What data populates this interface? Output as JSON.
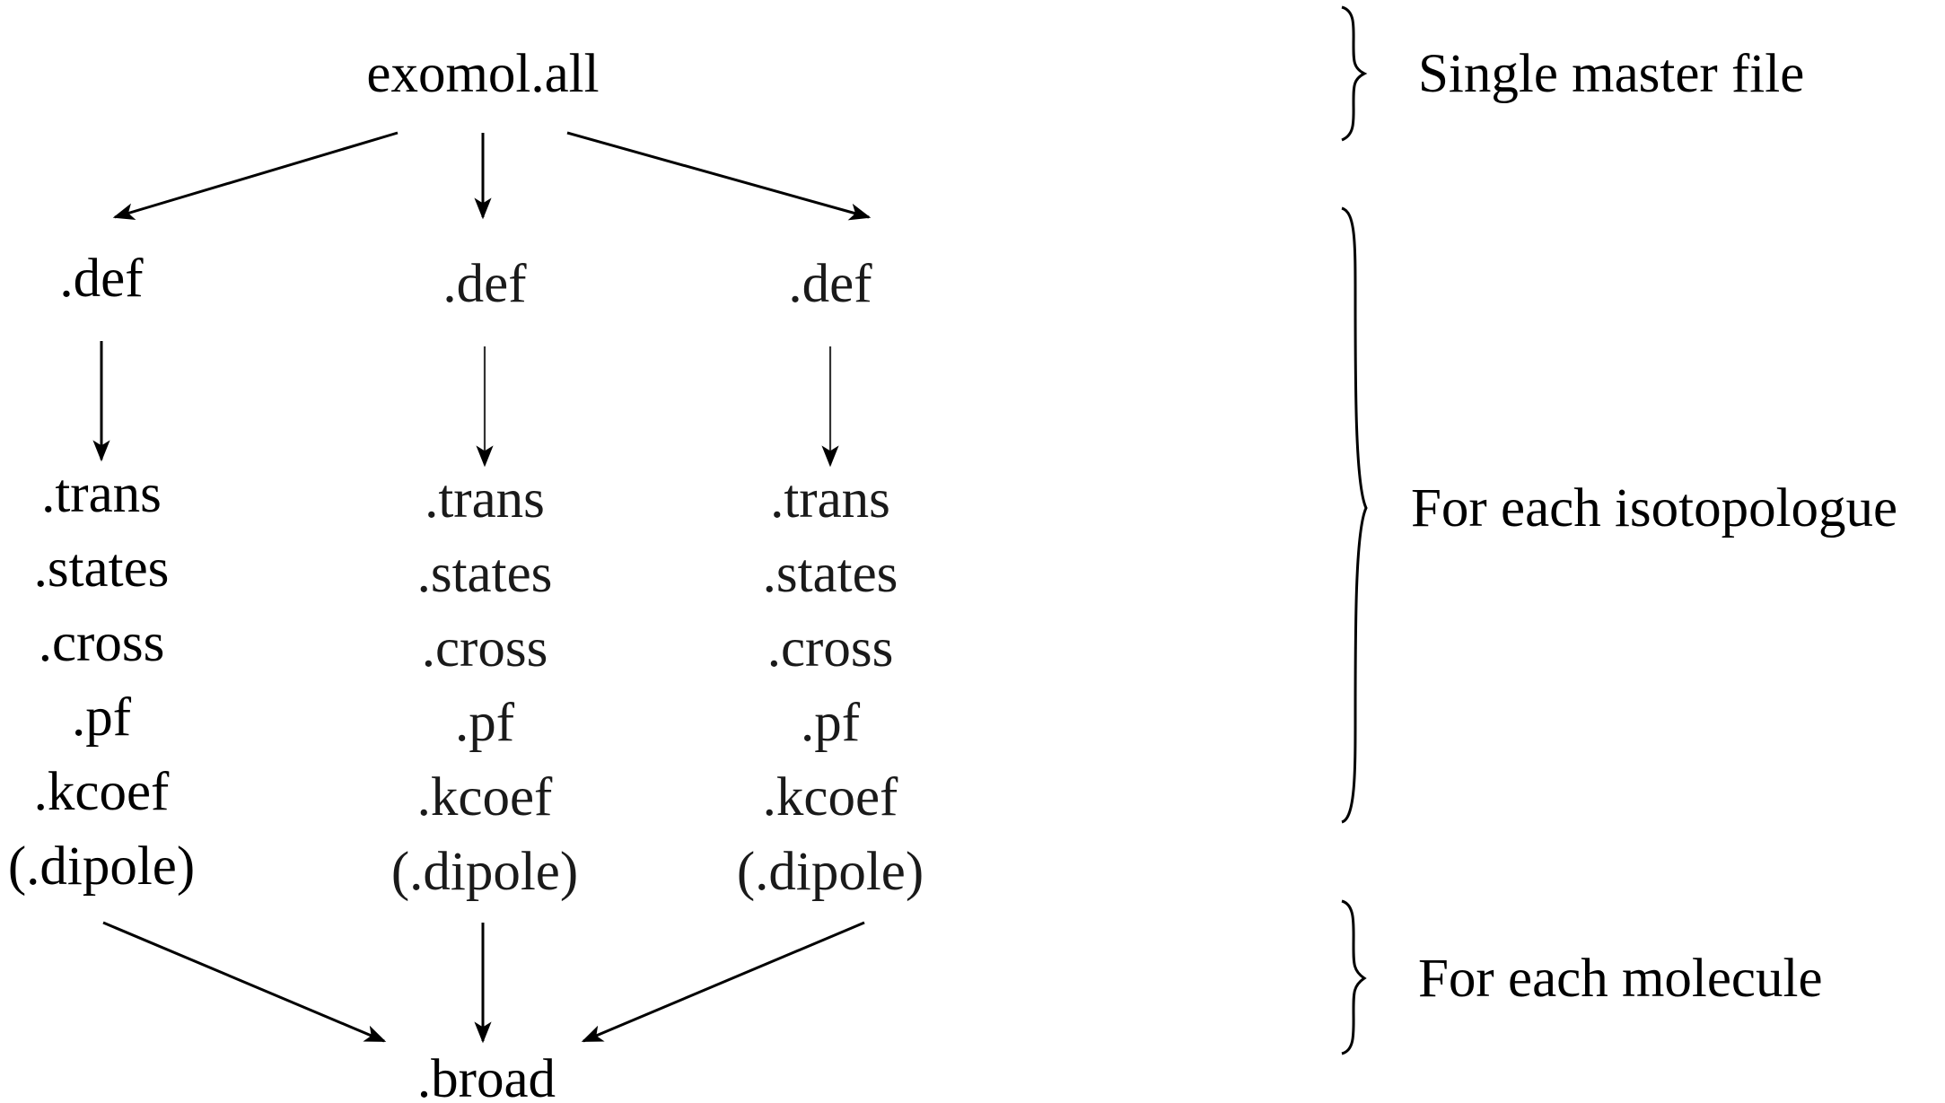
{
  "nodes": {
    "master": ".all",
    "master_full": "exomol.all",
    "broad": ".broad",
    "columns": [
      {
        "def": ".def",
        "files": [
          ".trans",
          ".states",
          ".cross",
          ".pf",
          ".kcoef",
          "(.dipole)"
        ]
      },
      {
        "def": ".def",
        "files": [
          ".trans",
          ".states",
          ".cross",
          ".pf",
          ".kcoef",
          "(.dipole)"
        ]
      },
      {
        "def": ".def",
        "files": [
          ".trans",
          ".states",
          ".cross",
          ".pf",
          ".kcoef",
          "(.dipole)"
        ]
      }
    ]
  },
  "braces": {
    "master": "Single master file",
    "isotopologue": "For each isotopologue",
    "molecule": "For each molecule"
  }
}
